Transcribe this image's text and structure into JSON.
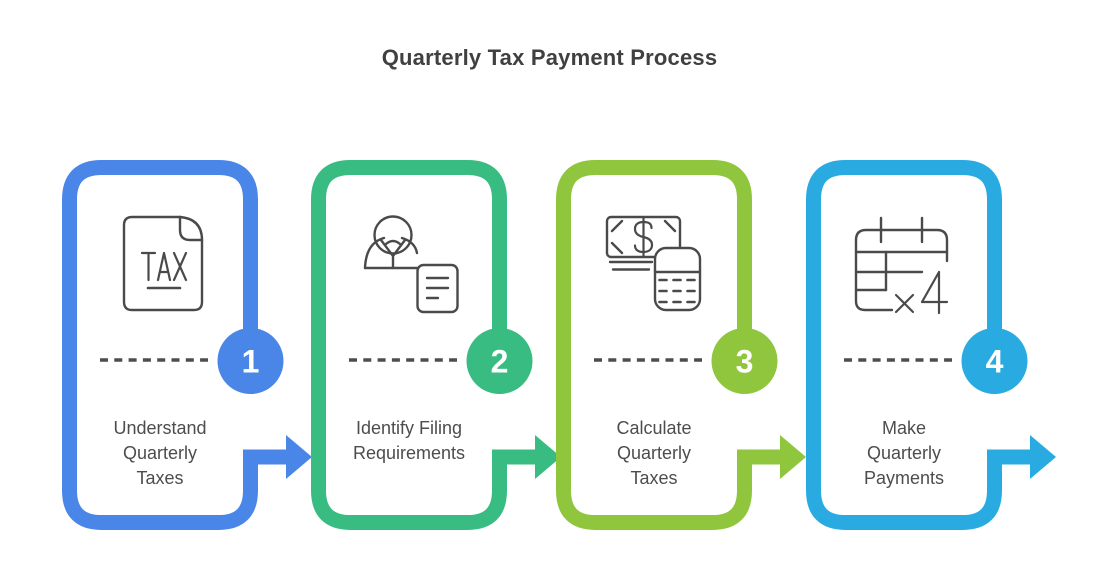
{
  "title": "Quarterly Tax Payment Process",
  "colors": {
    "icon_stroke": "#4a4a4a",
    "dash": "#4d4d4d",
    "label_text": "#4d4d4d",
    "title_text": "#404040",
    "step_number_text": "#ffffff"
  },
  "steps": [
    {
      "number": "1",
      "label": "Understand\nQuarterly\nTaxes",
      "color": "#4a86e8",
      "icon": "tax-document-icon"
    },
    {
      "number": "2",
      "label": "Identify Filing\nRequirements",
      "color": "#38bc81",
      "icon": "person-document-icon"
    },
    {
      "number": "3",
      "label": "Calculate\nQuarterly\nTaxes",
      "color": "#8fc63e",
      "icon": "money-calculator-icon"
    },
    {
      "number": "4",
      "label": "Make\nQuarterly\nPayments",
      "color": "#29abe2",
      "icon": "calendar-x4-icon"
    }
  ]
}
